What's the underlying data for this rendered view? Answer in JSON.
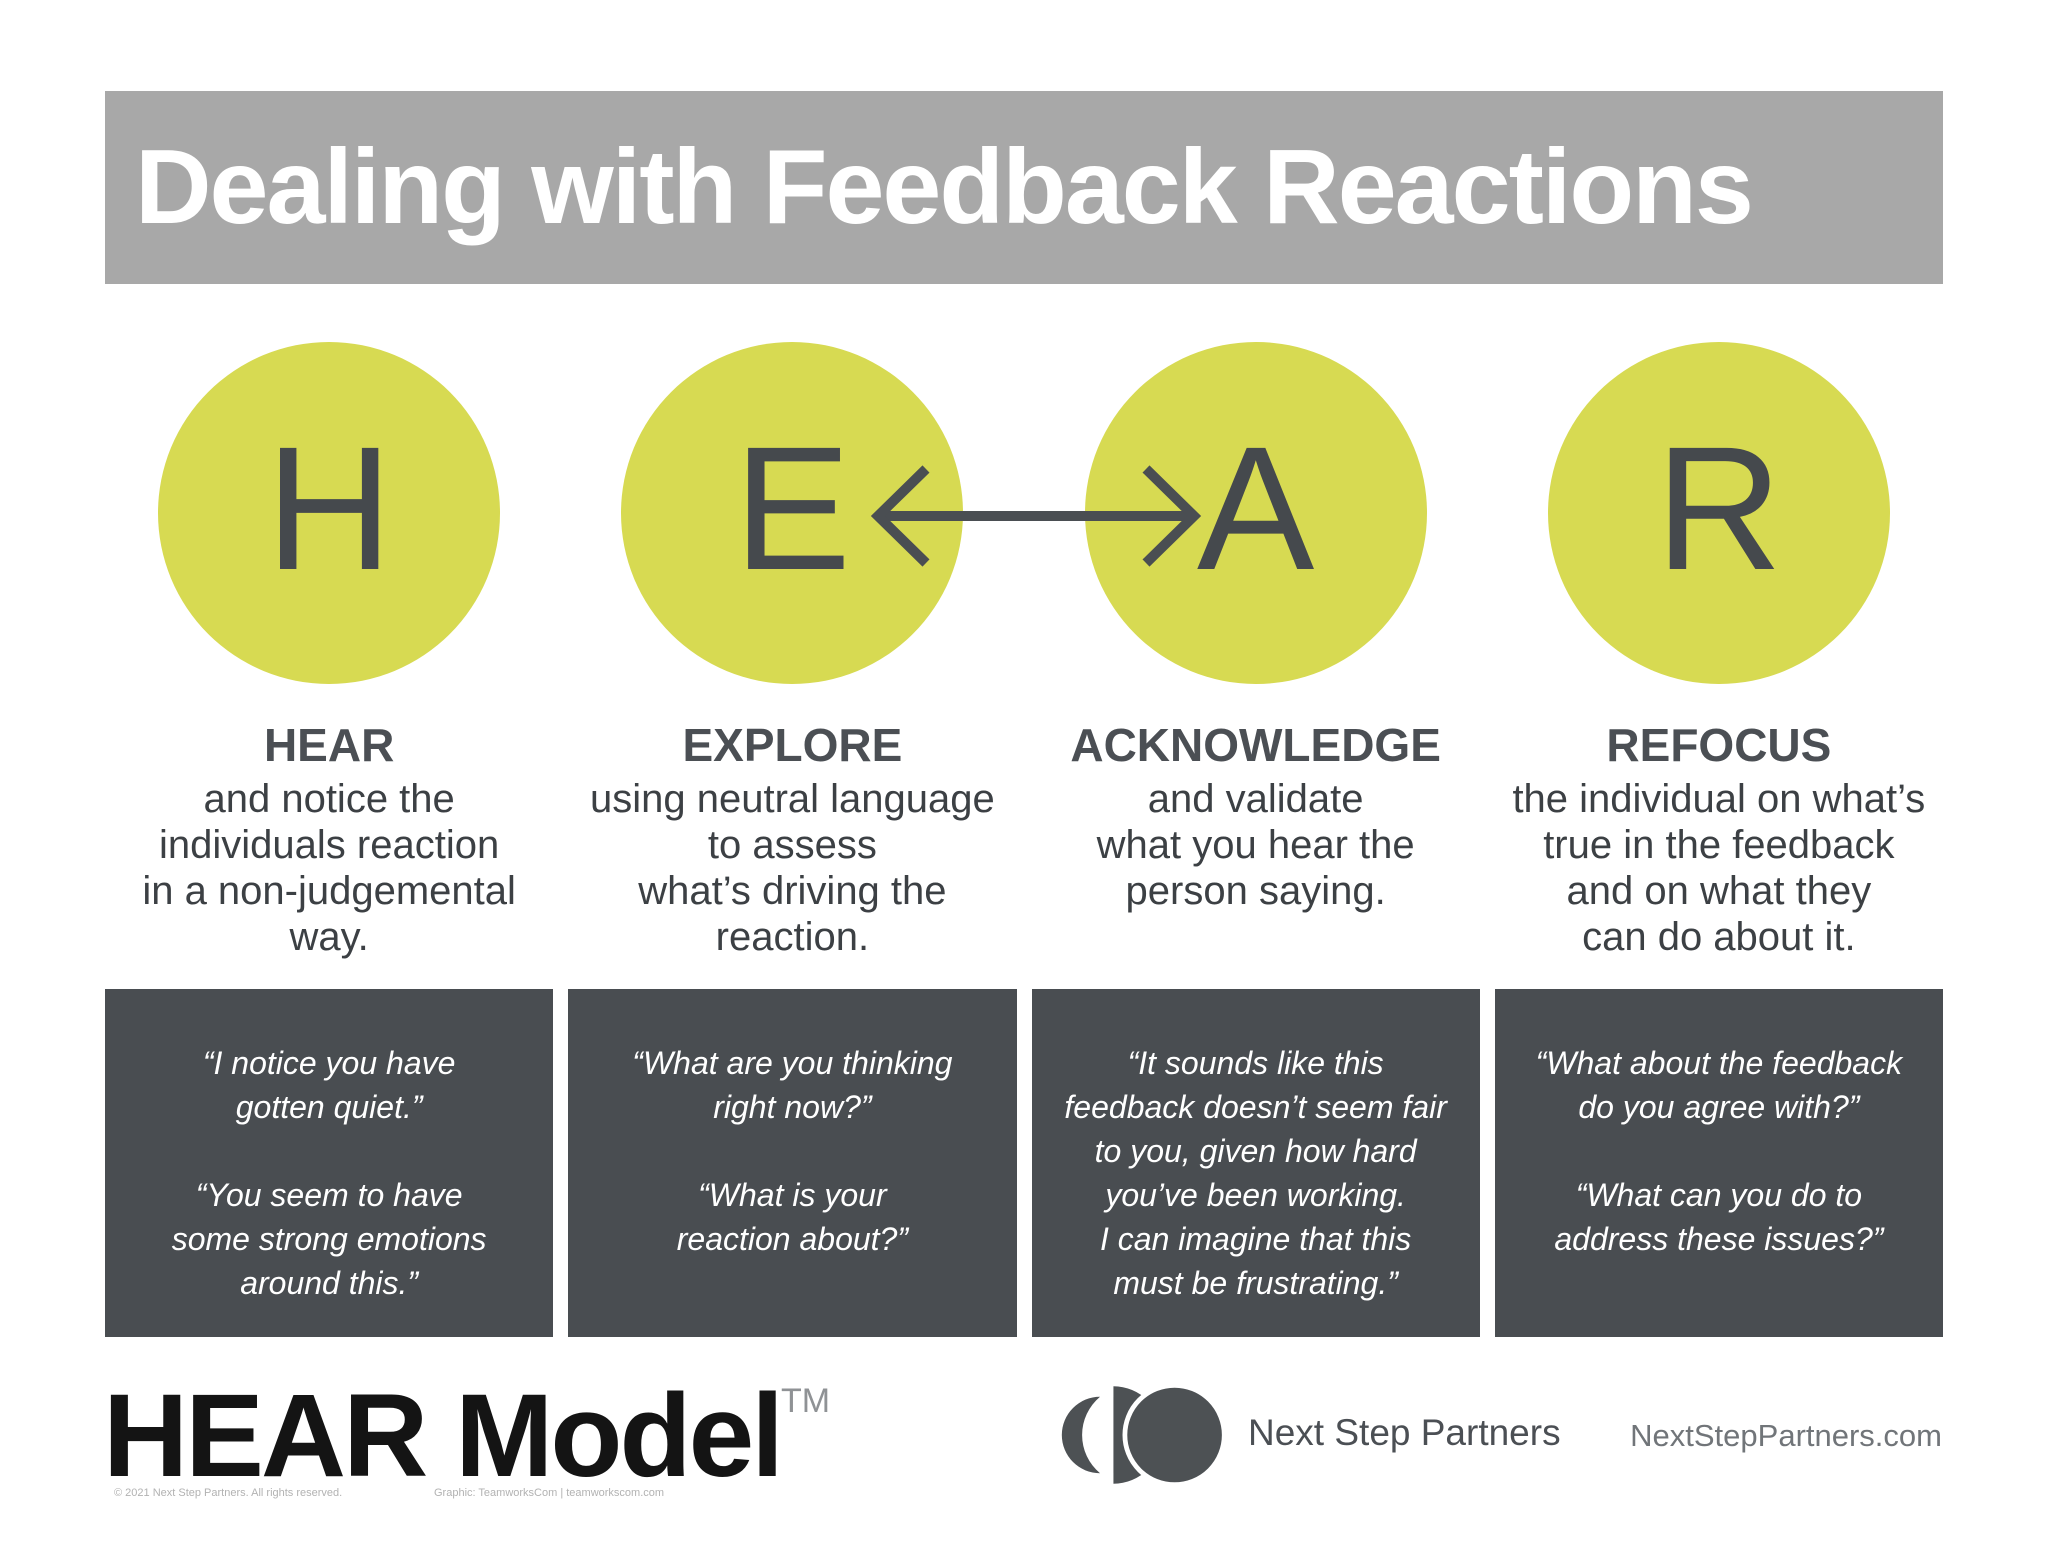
{
  "title": "Dealing with Feedback Reactions",
  "steps": [
    {
      "letter": "H",
      "heading": "HEAR",
      "description": "and notice the\nindividuals reaction\nin a non-judgemental\nway.",
      "quote": "“I notice you have\ngotten quiet.”\n\n“You seem to have\nsome strong emotions\naround this.”"
    },
    {
      "letter": "E",
      "heading": "EXPLORE",
      "description": "using neutral language\nto assess\nwhat’s driving the\nreaction.",
      "quote": "“What are you thinking\nright now?”\n\n“What is your\nreaction about?”"
    },
    {
      "letter": "A",
      "heading": "ACKNOWLEDGE",
      "description": "and validate\nwhat you hear the\nperson saying.",
      "quote": "“It sounds like this\nfeedback doesn’t seem fair\nto you, given how hard\nyou’ve been working.\nI can imagine that this\nmust be frustrating.”"
    },
    {
      "letter": "R",
      "heading": "REFOCUS",
      "description": "the individual on what’s\ntrue in the feedback\nand on what they\ncan do about it.",
      "quote": "“What about the feedback\ndo you agree with?”\n\n“What can you do to\naddress these issues?”"
    }
  ],
  "footer": {
    "model_name": "HEAR Model",
    "trademark": "TM",
    "copyright": "© 2021 Next Step Partners. All rights reserved.",
    "graphic_credit": "Graphic: TeamworksCom | teamworkscom.com",
    "company": "Next Step Partners",
    "website": "NextStepPartners.com"
  },
  "colors": {
    "title_bar": "#a8a8a8",
    "circle": "#d7da52",
    "dark_gray": "#494d51",
    "letter": "#45494d"
  }
}
